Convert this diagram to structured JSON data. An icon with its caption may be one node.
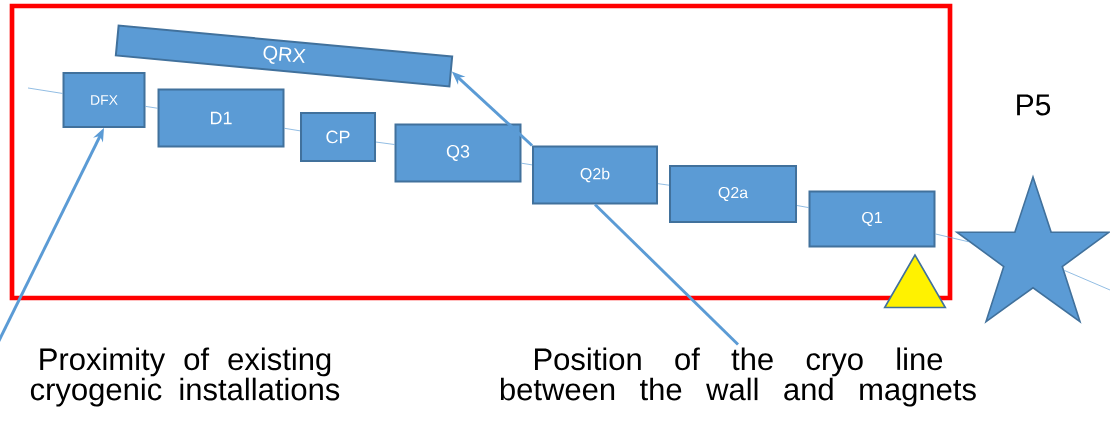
{
  "diagram": {
    "nodes": [
      {
        "text": [],
        "shape": "box"
      },
      {
        "text": [
          "QRX"
        ],
        "in": 0
      },
      {
        "text": [
          "DFX"
        ],
        "in": 0
      },
      {
        "text": [
          "D1"
        ],
        "in": 0
      },
      {
        "text": [
          "CP"
        ],
        "in": 0
      },
      {
        "text": [
          "Q3"
        ],
        "in": 0
      },
      {
        "text": [
          "Q2b"
        ],
        "in": 0
      },
      {
        "text": [
          "Q2a"
        ],
        "in": 0
      },
      {
        "text": [
          "Q1"
        ],
        "in": 0
      },
      {
        "text": [],
        "shape": "star",
        "beside": [
          "P5"
        ]
      },
      {
        "text": [],
        "shape": "triangle"
      },
      {
        "text": [
          "Proximity of existing cryogenic installations"
        ]
      },
      {
        "text": [
          "Position of the cryo line between the wall and magnets"
        ]
      }
    ],
    "edges": [
      {
        "from": null,
        "to": 2,
        "arrow": "none"
      },
      {
        "from": 2,
        "to": 3,
        "arrow": "none"
      },
      {
        "from": 3,
        "to": 4,
        "arrow": "none"
      },
      {
        "from": 4,
        "to": 5,
        "arrow": "none"
      },
      {
        "from": 5,
        "to": 6,
        "arrow": "none"
      },
      {
        "from": 6,
        "to": 7,
        "arrow": "none"
      },
      {
        "from": 7,
        "to": 8,
        "arrow": "none"
      },
      {
        "from": 8,
        "to": 9,
        "arrow": "none"
      },
      {
        "from": 9,
        "to": null,
        "arrow": "none"
      },
      {
        "from": 11,
        "to": 2,
        "arrow": "to",
        "style": "thick"
      },
      {
        "from": 6,
        "to": 1,
        "arrow": "to",
        "style": "thick"
      },
      {
        "from": 12,
        "to": 6,
        "arrow": "none",
        "style": "thick"
      }
    ]
  }
}
